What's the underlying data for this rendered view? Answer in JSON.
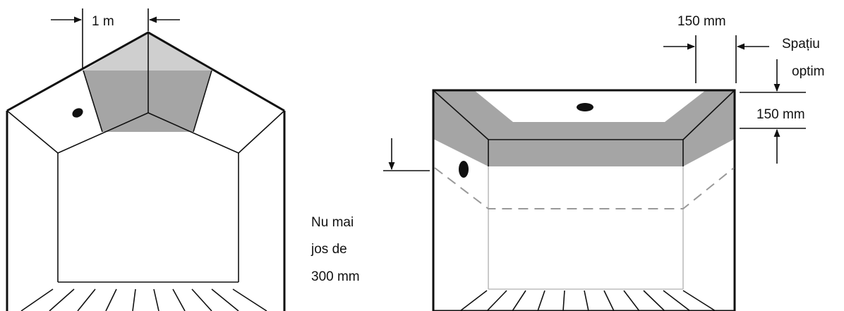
{
  "left_diagram": {
    "spacing_label": "1 m"
  },
  "right_diagram": {
    "top_label": "150 mm",
    "optimal_space_line1": "Spațiu",
    "optimal_space_line2": "optim",
    "side_label": "150 mm",
    "min_line1": "Nu mai",
    "min_line2": "jos de",
    "min_line3": "300 mm"
  },
  "colors": {
    "shade": "#a3a3a3",
    "light_shade": "#cccccc",
    "line": "#111111"
  }
}
